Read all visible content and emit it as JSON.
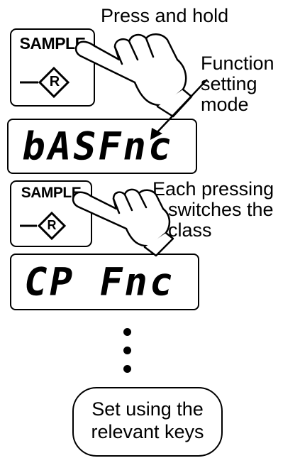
{
  "step1": {
    "instruction": "Press and hold",
    "key_label": "SAMPLE",
    "key_symbol": "R",
    "mode_label_lines": [
      "Function",
      "setting",
      "mode"
    ],
    "display_text": "bASFnc"
  },
  "step2": {
    "key_label": "SAMPLE",
    "key_symbol": "R",
    "instruction_lines": [
      "Each pressing",
      "switches the",
      "class"
    ],
    "display_text": "CP Fnc"
  },
  "final": {
    "lines": [
      "Set using the",
      "relevant keys"
    ]
  }
}
